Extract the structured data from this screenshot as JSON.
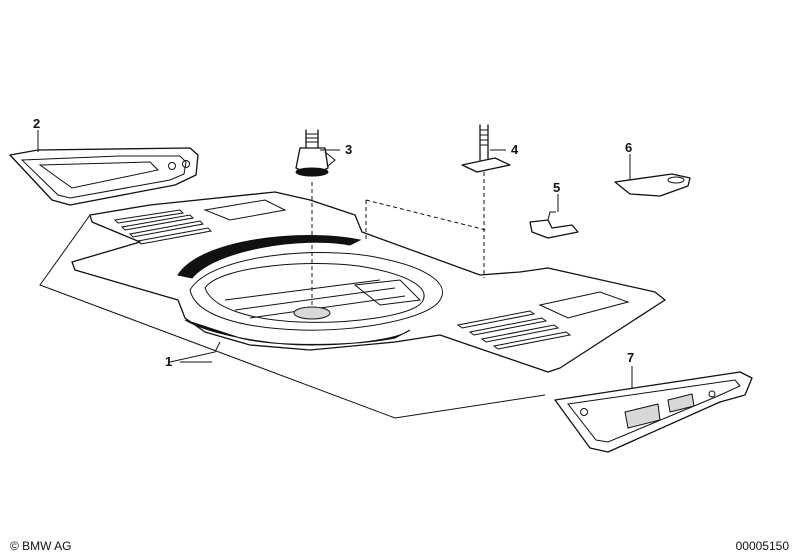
{
  "callouts": [
    "1",
    "2",
    "3",
    "4",
    "5",
    "6",
    "7"
  ],
  "footer": {
    "copyright": "© BMW AG",
    "image_number": "00005150"
  },
  "colors": {
    "line": "#111111",
    "background": "#ffffff"
  }
}
